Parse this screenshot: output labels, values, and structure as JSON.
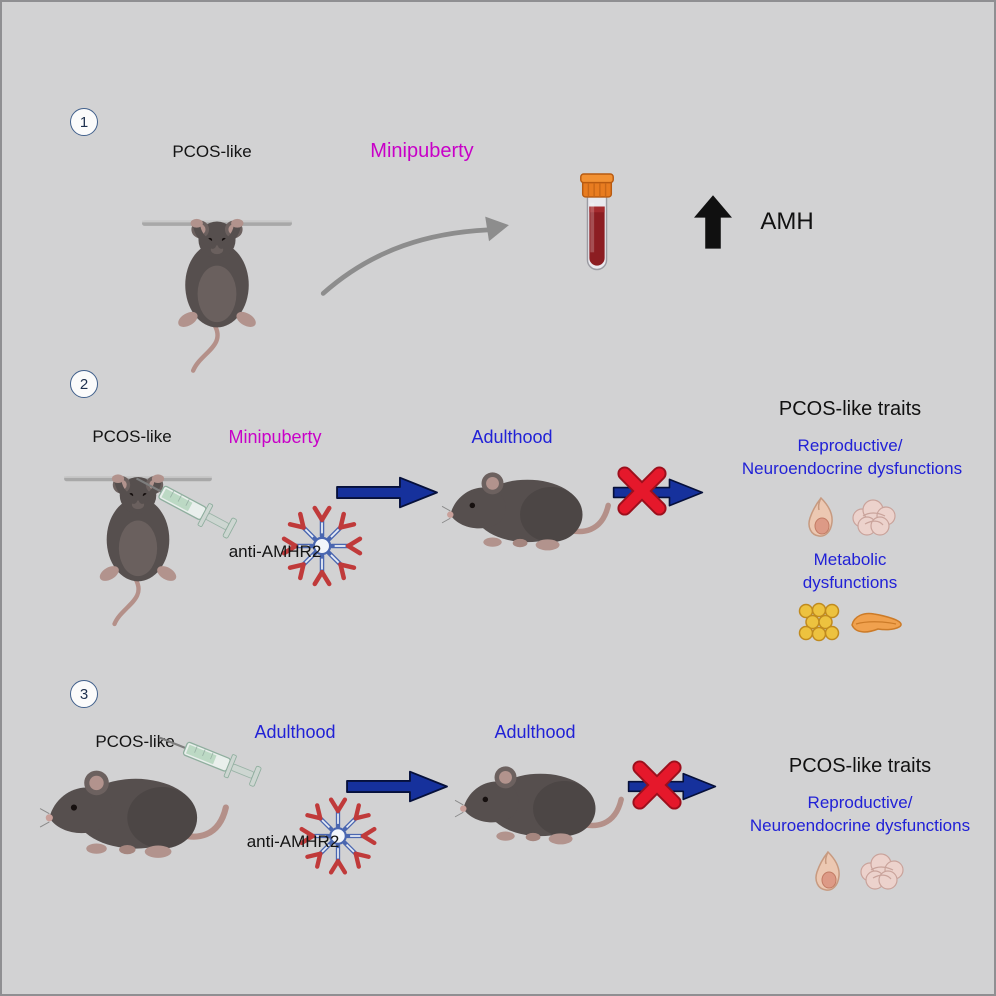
{
  "figure": {
    "colors": {
      "background": "#d2d2d3",
      "stage_minipuberty": "#c800c8",
      "stage_adulthood": "#2121d6",
      "traits_text": "#2121d6",
      "arrow_blue": "#16319c",
      "cross_red": "#e5182b",
      "arrow_black": "#101010",
      "tube_cap_orange": "#e87c20",
      "blood_red": "#8c1d22"
    },
    "panel1": {
      "number": "1",
      "subject_label": "PCOS-like",
      "stage_label": "Minipuberty",
      "hormone_label": "AMH",
      "icons": [
        "mouse-pup-restrained",
        "curved-arrow",
        "blood-collection-tube",
        "up-arrow"
      ]
    },
    "panel2": {
      "number": "2",
      "subject_label": "PCOS-like",
      "stage_label": "Minipuberty",
      "antibody_label": "anti-AMHR2",
      "outcome_stage_label": "Adulthood",
      "traits_title": "PCOS-like traits",
      "trait_group_1": {
        "line1": "Reproductive/",
        "line2": "Neuroendocrine dysfunctions"
      },
      "trait_group_2": {
        "line1": "Metabolic",
        "line2": "dysfunctions"
      },
      "icons": [
        "mouse-pup-injection",
        "syringe",
        "antibody-star",
        "right-arrow",
        "blocked-right-arrow",
        "red-cross",
        "pituitary-gland",
        "brain",
        "adipose-tissue",
        "pancreas"
      ]
    },
    "panel3": {
      "number": "3",
      "subject_label": "PCOS-like",
      "stage_label": "Adulthood",
      "antibody_label": "anti-AMHR2",
      "outcome_stage_label": "Adulthood",
      "traits_title": "PCOS-like traits",
      "trait_group_1": {
        "line1": "Reproductive/",
        "line2": "Neuroendocrine dysfunctions"
      },
      "icons": [
        "mouse-adult-injection",
        "syringe",
        "antibody-star",
        "right-arrow",
        "blocked-right-arrow",
        "red-cross",
        "pituitary-gland",
        "brain"
      ]
    }
  }
}
